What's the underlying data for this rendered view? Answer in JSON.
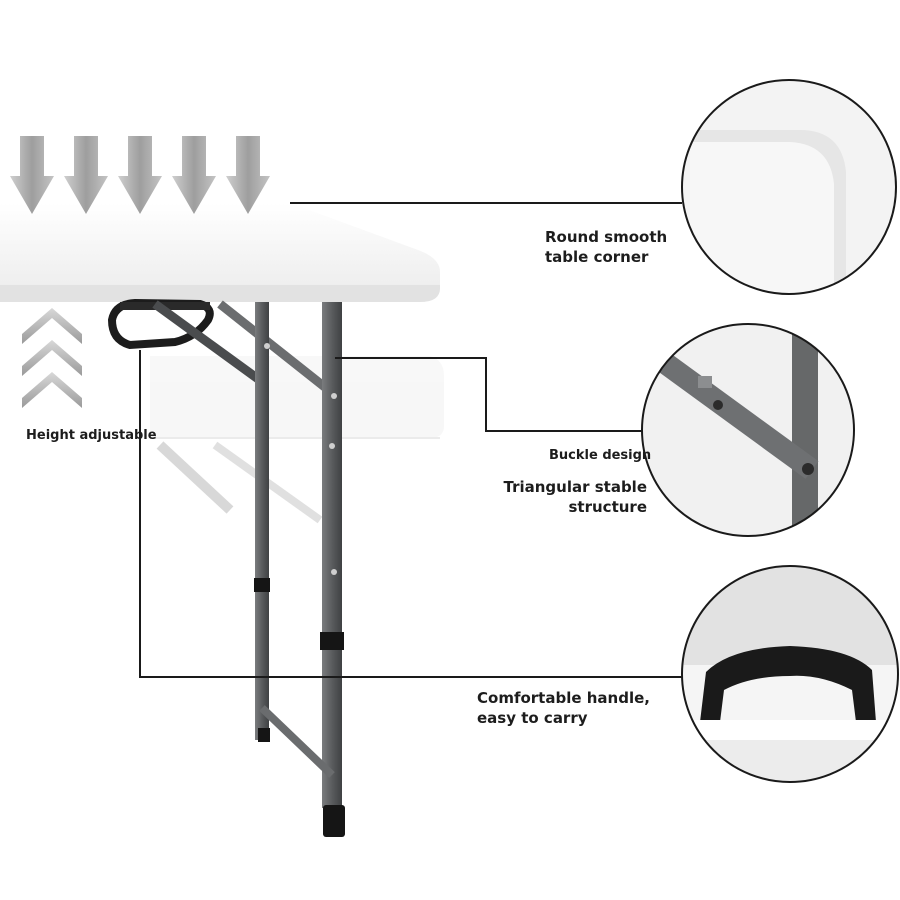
{
  "callouts": {
    "corner": {
      "line1": "Round smooth",
      "line2": "table corner"
    },
    "buckle": {
      "label": "Buckle design"
    },
    "triangle": {
      "line1": "Triangular stable",
      "line2": "structure"
    },
    "handle": {
      "line1": "Comfortable handle,",
      "line2": "easy to carry"
    }
  },
  "height_adjustable": {
    "label": "Height adjustable"
  },
  "colors": {
    "tabletop": "#f4f4f4",
    "frame": "#5f6163",
    "frame_dark": "#3e4042",
    "arrow": "#a9a9a9",
    "handle": "#1c1c1c",
    "line": "#1a1a1a"
  },
  "icons": [
    "down-arrow-icon",
    "up-chevron-icon"
  ]
}
